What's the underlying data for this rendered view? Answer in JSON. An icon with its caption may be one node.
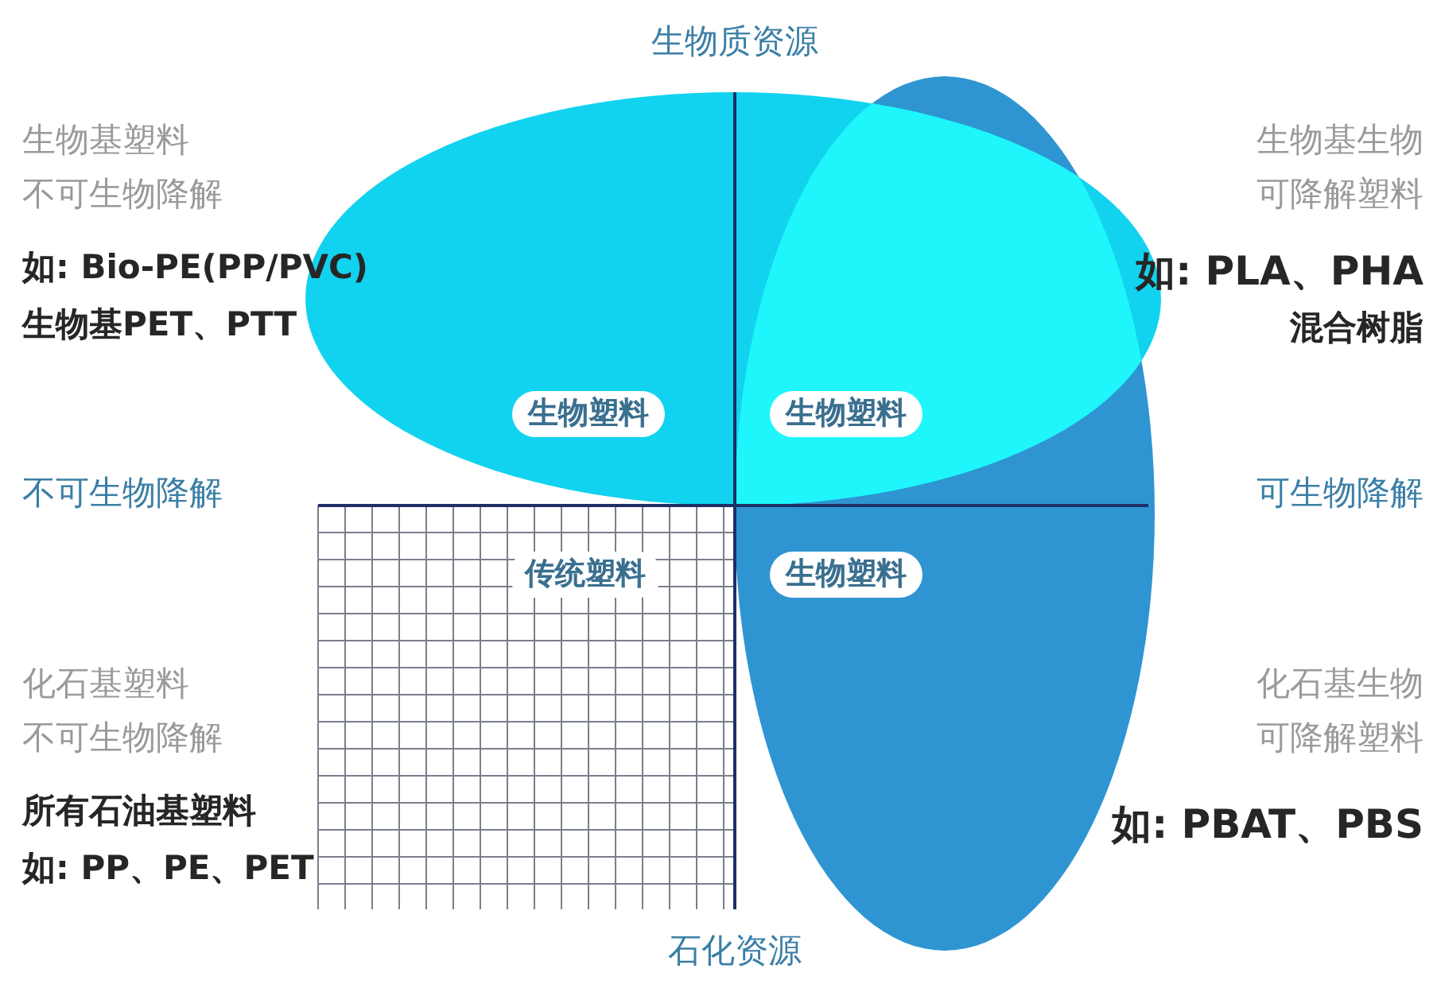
{
  "diagram": {
    "nodes": [
      {
        "text": [
          "生物塑料"
        ]
      },
      {
        "text": [
          "生物塑料"
        ]
      },
      {
        "text": [
          "传统塑料"
        ]
      },
      {
        "text": [
          "生物塑料"
        ]
      }
    ],
    "labels": [
      "生物质资源",
      "生物基塑料",
      "不可生物降解",
      "如: Bio-PE(PP/PVC)",
      "生物基PET、PTT",
      "生物基生物",
      "可降解塑料",
      "如: PLA、PHA",
      "混合树脂",
      "不可生物降解",
      "可生物降解",
      "化石基塑料",
      "不可生物降解",
      "所有石油基塑料",
      "如: PP、PE、PET",
      "化石基生物",
      "可降解塑料",
      "如: PBAT、PBS",
      "石化资源"
    ]
  }
}
